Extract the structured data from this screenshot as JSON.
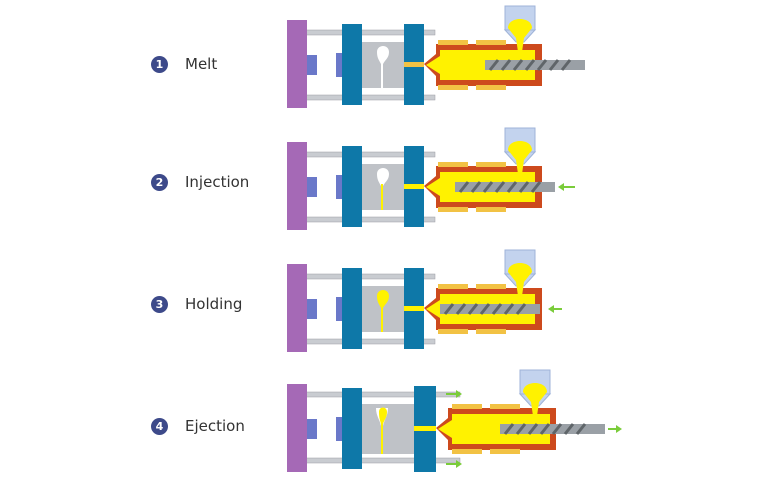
{
  "colors": {
    "badge": "#3d4a8a",
    "label": "#333333",
    "platen": "#a569b6",
    "mold": "#0e78a8",
    "rod": "#c9ccd1",
    "cavity": "#bfc2c7",
    "barrel": "#cd4a1d",
    "heater": "#f2c244",
    "melt": "#fff200",
    "hopper": "#c3d3ee",
    "screw": "#9aa0a6",
    "arrow": "#7acc3a"
  },
  "steps": [
    {
      "number": "1",
      "label": "Melt"
    },
    {
      "number": "2",
      "label": "Injection"
    },
    {
      "number": "3",
      "label": "Holding"
    },
    {
      "number": "4",
      "label": "Ejection"
    }
  ]
}
